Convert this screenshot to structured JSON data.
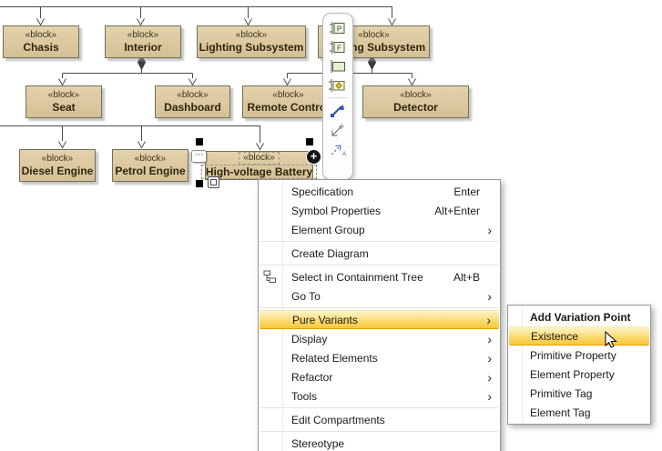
{
  "diagram": {
    "stereotype_label": "«block»",
    "blocks": [
      {
        "name": "Chasis"
      },
      {
        "name": "Interior"
      },
      {
        "name": "Lighting Subsystem"
      },
      {
        "name": "Locking Subsystem"
      },
      {
        "name": "Seat"
      },
      {
        "name": "Dashboard"
      },
      {
        "name": "Remote Control"
      },
      {
        "name": "Detector"
      },
      {
        "name": "Diesel Engine"
      },
      {
        "name": "Petrol Engine"
      },
      {
        "name": "High-voltage Battery"
      }
    ],
    "selected_block": "High-voltage Battery"
  },
  "selection": {
    "more_button": "⋯",
    "add_button": "+"
  },
  "manipulator_toolbar": {
    "icons": [
      "proxy-port",
      "full-port",
      "port",
      "flow-port",
      "directed-composition",
      "anchor",
      "abstraction"
    ]
  },
  "context_menu": {
    "submenu_arrow": "›",
    "items": [
      {
        "label": "Specification",
        "shortcut": "Enter"
      },
      {
        "label": "Symbol Properties",
        "shortcut": "Alt+Enter"
      },
      {
        "label": "Element Group"
      },
      {
        "label": "Create Diagram"
      },
      {
        "label": "Select in Containment Tree",
        "shortcut": "Alt+B"
      },
      {
        "label": "Go To"
      },
      {
        "label": "Pure Variants"
      },
      {
        "label": "Display"
      },
      {
        "label": "Related Elements"
      },
      {
        "label": "Refactor"
      },
      {
        "label": "Tools"
      },
      {
        "label": "Edit Compartments"
      },
      {
        "label": "Stereotype"
      }
    ]
  },
  "variants_submenu": {
    "items": [
      {
        "label": "Add Variation Point"
      },
      {
        "label": "Existence"
      },
      {
        "label": "Primitive Property"
      },
      {
        "label": "Element Property"
      },
      {
        "label": "Primitive Tag"
      },
      {
        "label": "Element Tag"
      }
    ]
  },
  "colors": {
    "block_fill": "#dcc9a0",
    "block_border": "#70705a",
    "connector": "#4d4d4d",
    "menu_highlight": "#f9c63c",
    "menu_highlight_border": "#e39f00"
  }
}
